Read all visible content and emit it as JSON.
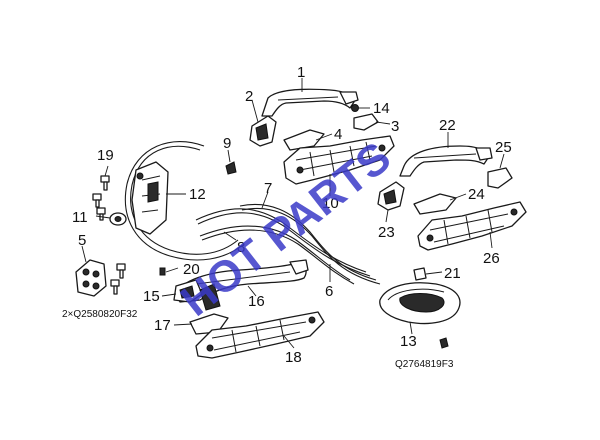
{
  "callouts": [
    {
      "id": "1",
      "label": "1"
    },
    {
      "id": "2",
      "label": "2"
    },
    {
      "id": "3",
      "label": "3"
    },
    {
      "id": "4",
      "label": "4"
    },
    {
      "id": "5",
      "label": "5"
    },
    {
      "id": "6",
      "label": "6"
    },
    {
      "id": "7",
      "label": "7"
    },
    {
      "id": "8",
      "label": "8"
    },
    {
      "id": "9",
      "label": "9"
    },
    {
      "id": "10",
      "label": "10"
    },
    {
      "id": "11",
      "label": "11"
    },
    {
      "id": "12",
      "label": "12"
    },
    {
      "id": "13",
      "label": "13"
    },
    {
      "id": "14",
      "label": "14"
    },
    {
      "id": "15",
      "label": "15"
    },
    {
      "id": "16",
      "label": "16"
    },
    {
      "id": "17",
      "label": "17"
    },
    {
      "id": "18",
      "label": "18"
    },
    {
      "id": "19",
      "label": "19"
    },
    {
      "id": "20",
      "label": "20"
    },
    {
      "id": "21",
      "label": "21"
    },
    {
      "id": "22",
      "label": "22"
    },
    {
      "id": "23",
      "label": "23"
    },
    {
      "id": "24",
      "label": "24"
    },
    {
      "id": "25",
      "label": "25"
    },
    {
      "id": "26",
      "label": "26"
    }
  ],
  "notes": {
    "bolt_note": "2×Q2580820F32",
    "screw_note": "Q2764819F3"
  },
  "watermark": {
    "text": "HOT PARTS",
    "color": "#3a39c8"
  },
  "icons": [
    "door-handle-icon",
    "lock-cylinder-icon",
    "cable-icon",
    "screw-icon"
  ]
}
